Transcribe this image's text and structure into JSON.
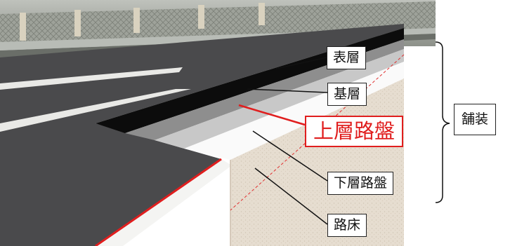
{
  "colors": {
    "asphalt": "#4a4a4c",
    "surface_layer": "#0c0c0c",
    "base_layer": "#8e8e8e",
    "upper_subbase": "#c8c8c8",
    "lower_subbase": "#fafafa",
    "subgrade": "#e6ddd0",
    "highlight": "#e01e1e"
  },
  "labels": {
    "surface": "表層",
    "base": "基層",
    "upper_subbase": "上層路盤",
    "lower_subbase": "下層路盤",
    "subgrade": "路床",
    "pavement": "舗装"
  }
}
